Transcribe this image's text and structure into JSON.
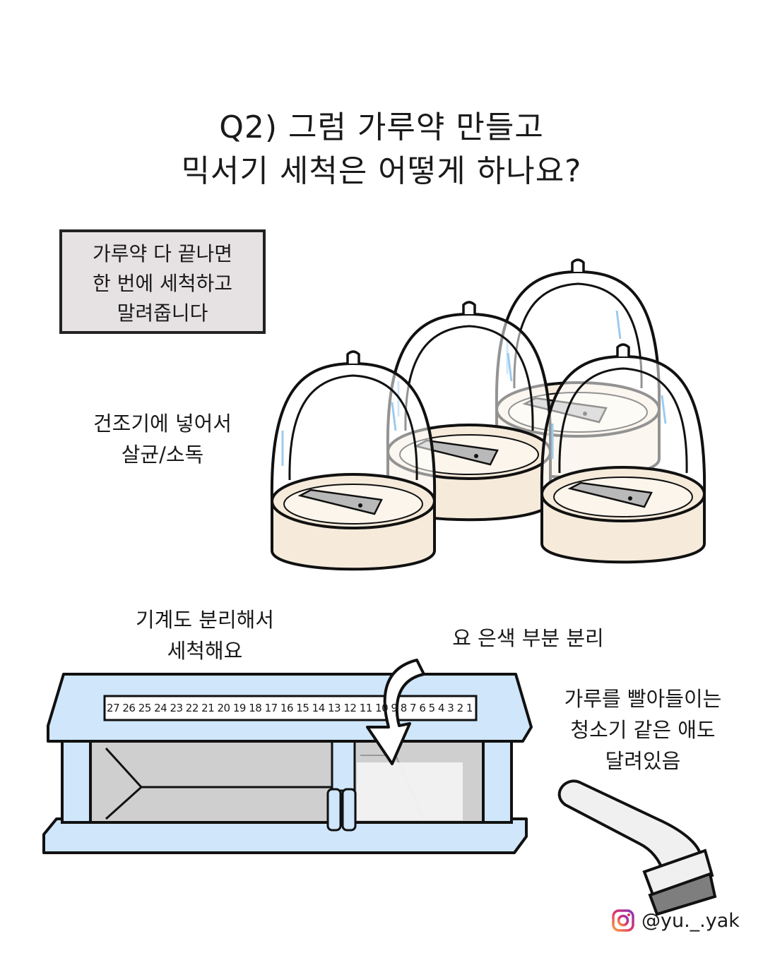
{
  "title": {
    "line1": "Q2) 그럼 가루약 만들고",
    "line2": "믹서기 세척은 어떻게 하나요?"
  },
  "note_box": {
    "line1": "가루약 다 끝나면",
    "line2": "한 번에 세척하고",
    "line3": "말려줍니다"
  },
  "dryer_caption": {
    "line1": "건조기에 넣어서",
    "line2": "살균/소독"
  },
  "machine_caption": {
    "line1": "기계도 분리해서",
    "line2": "세척해요"
  },
  "silver_caption": "요 은색 부분 분리",
  "vacuum_caption": {
    "line1": "가루를 빨아들이는",
    "line2": "청소기 같은 애도",
    "line3": "달려있음"
  },
  "scale_numbers": "27 26 25 24 23 22 21 20 19 18 17 16 15 14 13 12 11 10 9 8 7 6 5 4 3 2 1",
  "social": {
    "icon": "instagram-icon",
    "handle": "@yu._.yak"
  },
  "colors": {
    "cup_base": "#f6ebdb",
    "machine_blue": "#cfe6fb",
    "machine_window": "#cfcfcf",
    "box_bg": "#e6e2e3"
  }
}
